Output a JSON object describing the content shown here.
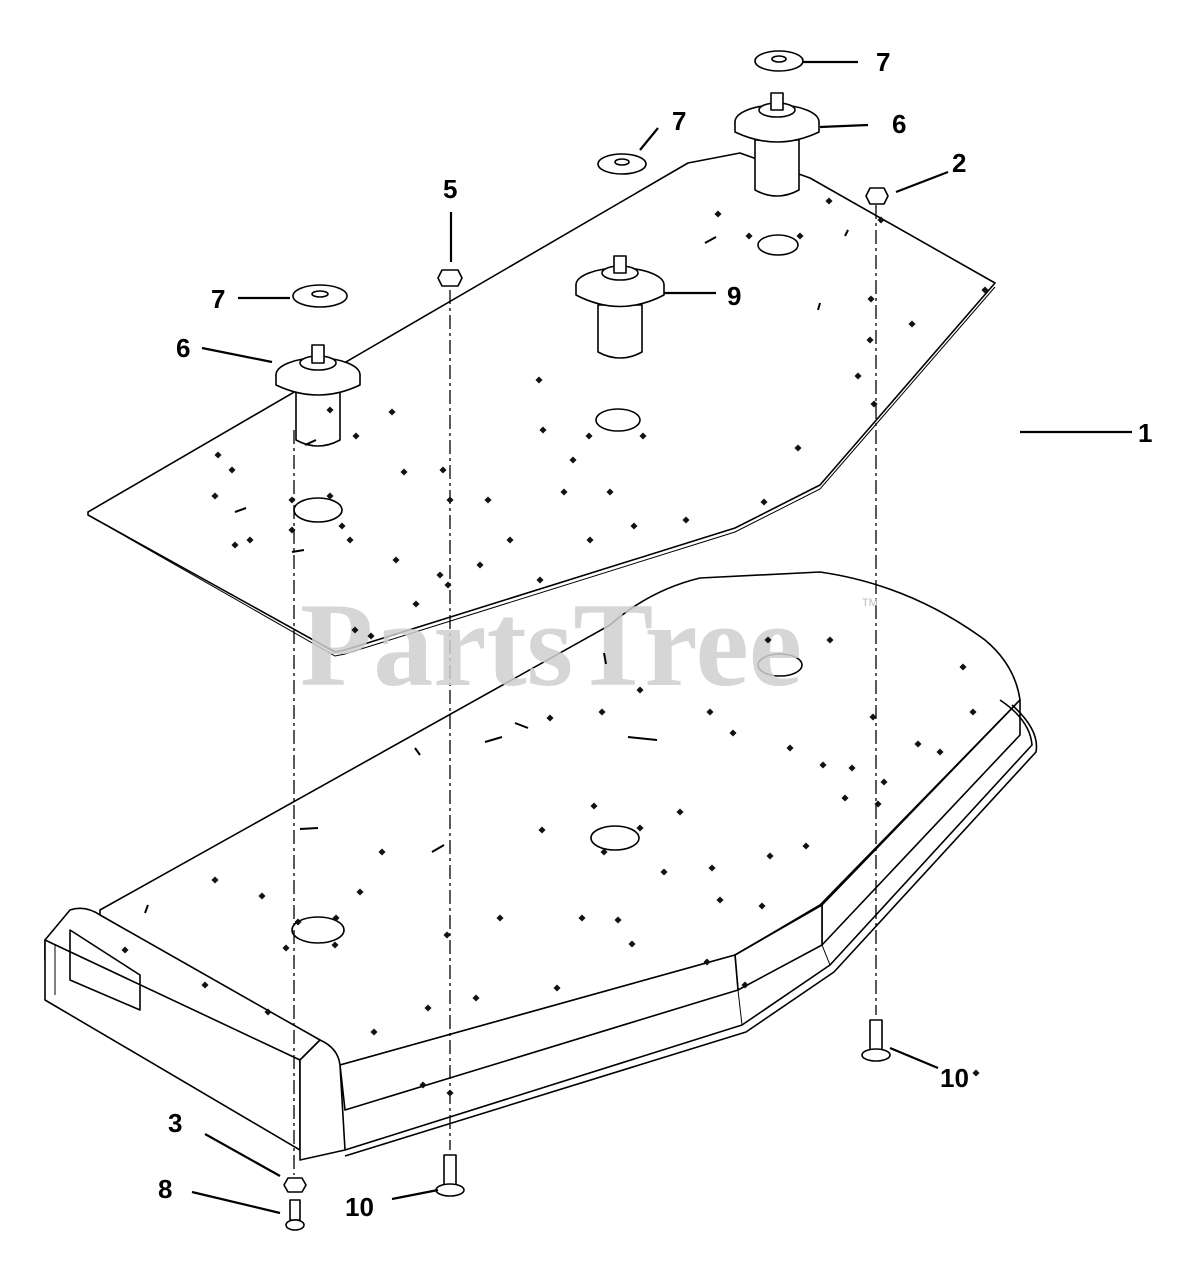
{
  "watermark": {
    "text": "PartsTree",
    "trademark": "TM"
  },
  "callouts": {
    "c1": "1",
    "c2": "2",
    "c3": "3",
    "c5": "5",
    "c6a": "6",
    "c6b": "6",
    "c7a": "7",
    "c7b": "7",
    "c7c": "7",
    "c8": "8",
    "c9": "9",
    "c10a": "10",
    "c10b": "10"
  }
}
